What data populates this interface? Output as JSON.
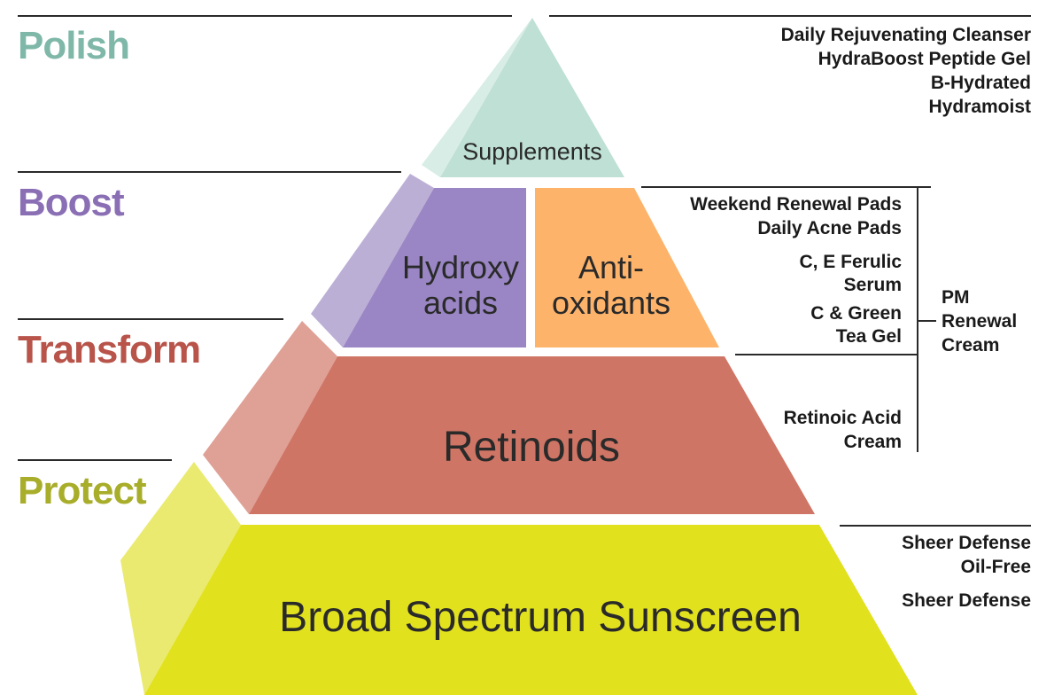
{
  "levels": {
    "polish": "Polish",
    "boost": "Boost",
    "transform": "Transform",
    "protect": "Protect"
  },
  "tiers": {
    "supplements": "Supplements",
    "hydroxy_line1": "Hydroxy",
    "hydroxy_line2": "acids",
    "antiox_line1": "Anti-",
    "antiox_line2": "oxidants",
    "retinoids": "Retinoids",
    "sunscreen": "Broad Spectrum Sunscreen"
  },
  "products": {
    "polish": [
      "Daily Rejuvenating Cleanser",
      "HydraBoost Peptide Gel",
      "B-Hydrated",
      "Hydramoist"
    ],
    "boost_pads": [
      "Weekend Renewal Pads",
      "Daily Acne Pads"
    ],
    "boost_serum": [
      "C, E Ferulic",
      "Serum"
    ],
    "boost_gel": [
      "C & Green",
      "Tea Gel"
    ],
    "pm_renewal": [
      "PM",
      "Renewal",
      "Cream"
    ],
    "transform": [
      "Retinoic Acid",
      "Cream"
    ],
    "protect_a": [
      "Sheer Defense",
      "Oil-Free"
    ],
    "protect_b": [
      "Sheer Defense"
    ]
  },
  "colors": {
    "polish": "#7fb8a8",
    "boost": "#8a6fb5",
    "transform": "#b8544a",
    "protect": "#a8ad2a",
    "supplements_face": "#bfe0d4",
    "supplements_side": "#d8ede6",
    "hydroxy_face": "#9a86c4",
    "hydroxy_side": "#bcafd6",
    "antiox_face": "#fdb36a",
    "retinoids_face": "#cf7565",
    "retinoids_side": "#dfa096",
    "sunscreen_face": "#e1e11e",
    "sunscreen_side": "#eaea70"
  }
}
